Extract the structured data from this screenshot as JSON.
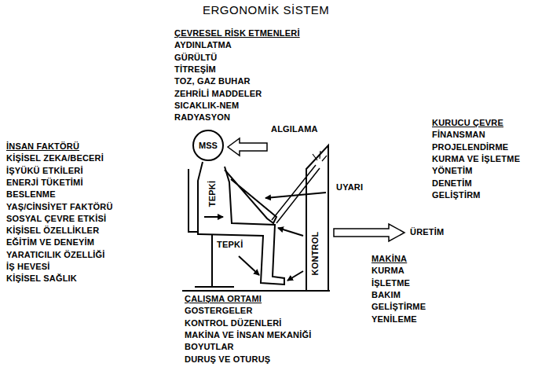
{
  "diagram": {
    "title": "ERGONOMİK SİSTEM",
    "nodes": [
      {
        "text": [
          "MSS"
        ]
      }
    ],
    "labels": [
      "ÇEVRESEL RİSK ETMENLERİ",
      "AYDINLATMA",
      "GÜRÜLTÜ",
      "TİTREŞİM",
      "TOZ, GAZ BUHAR",
      "ZEHRİLİ MADDELER",
      "SICAKLIK-NEM",
      "RADYASYON",
      "ALGILAMA",
      "KURUCU ÇEVRE",
      "FİNANSMAN",
      "PROJELENDİRME",
      "KURMA VE İŞLETME",
      "YÖNETİM",
      "DENETİM",
      "GELİŞTİRM",
      "İNSAN FAKTÖRÜ",
      "KİŞİSEL ZEKA/BECERİ",
      "İŞYÜKÜ ETKİLERİ",
      "ENERJİ TÜKETİMİ",
      "BESLENME",
      "YAŞ/CİNSİYET FAKTÖRÜ",
      "SOSYAL ÇEVRE ETKİSİ",
      "KİŞİSEL ÖZELLİKLER",
      "EĞİTİM VE DENEYİM",
      "YARATICILIK ÖZELLİĞİ",
      "İŞ HEVESİ",
      "KİŞİSEL SAĞLIK",
      "UYARI",
      "ÜRETİM",
      "TEPKİ",
      "TEPKİ",
      "KONTROL",
      "MAKİNA",
      "KURMA",
      "İŞLETME",
      "BAKIM",
      "GELİŞTİRME",
      "YENİLEME",
      "ÇALIŞMA ORTAMI",
      "GOSTERGELER",
      "KONTROL DÜZENLERİ",
      "MAKİNA VE İNSAN MEKANİĞİ",
      "BOYUTLAR",
      "DURUŞ VE OTURUŞ"
    ]
  }
}
